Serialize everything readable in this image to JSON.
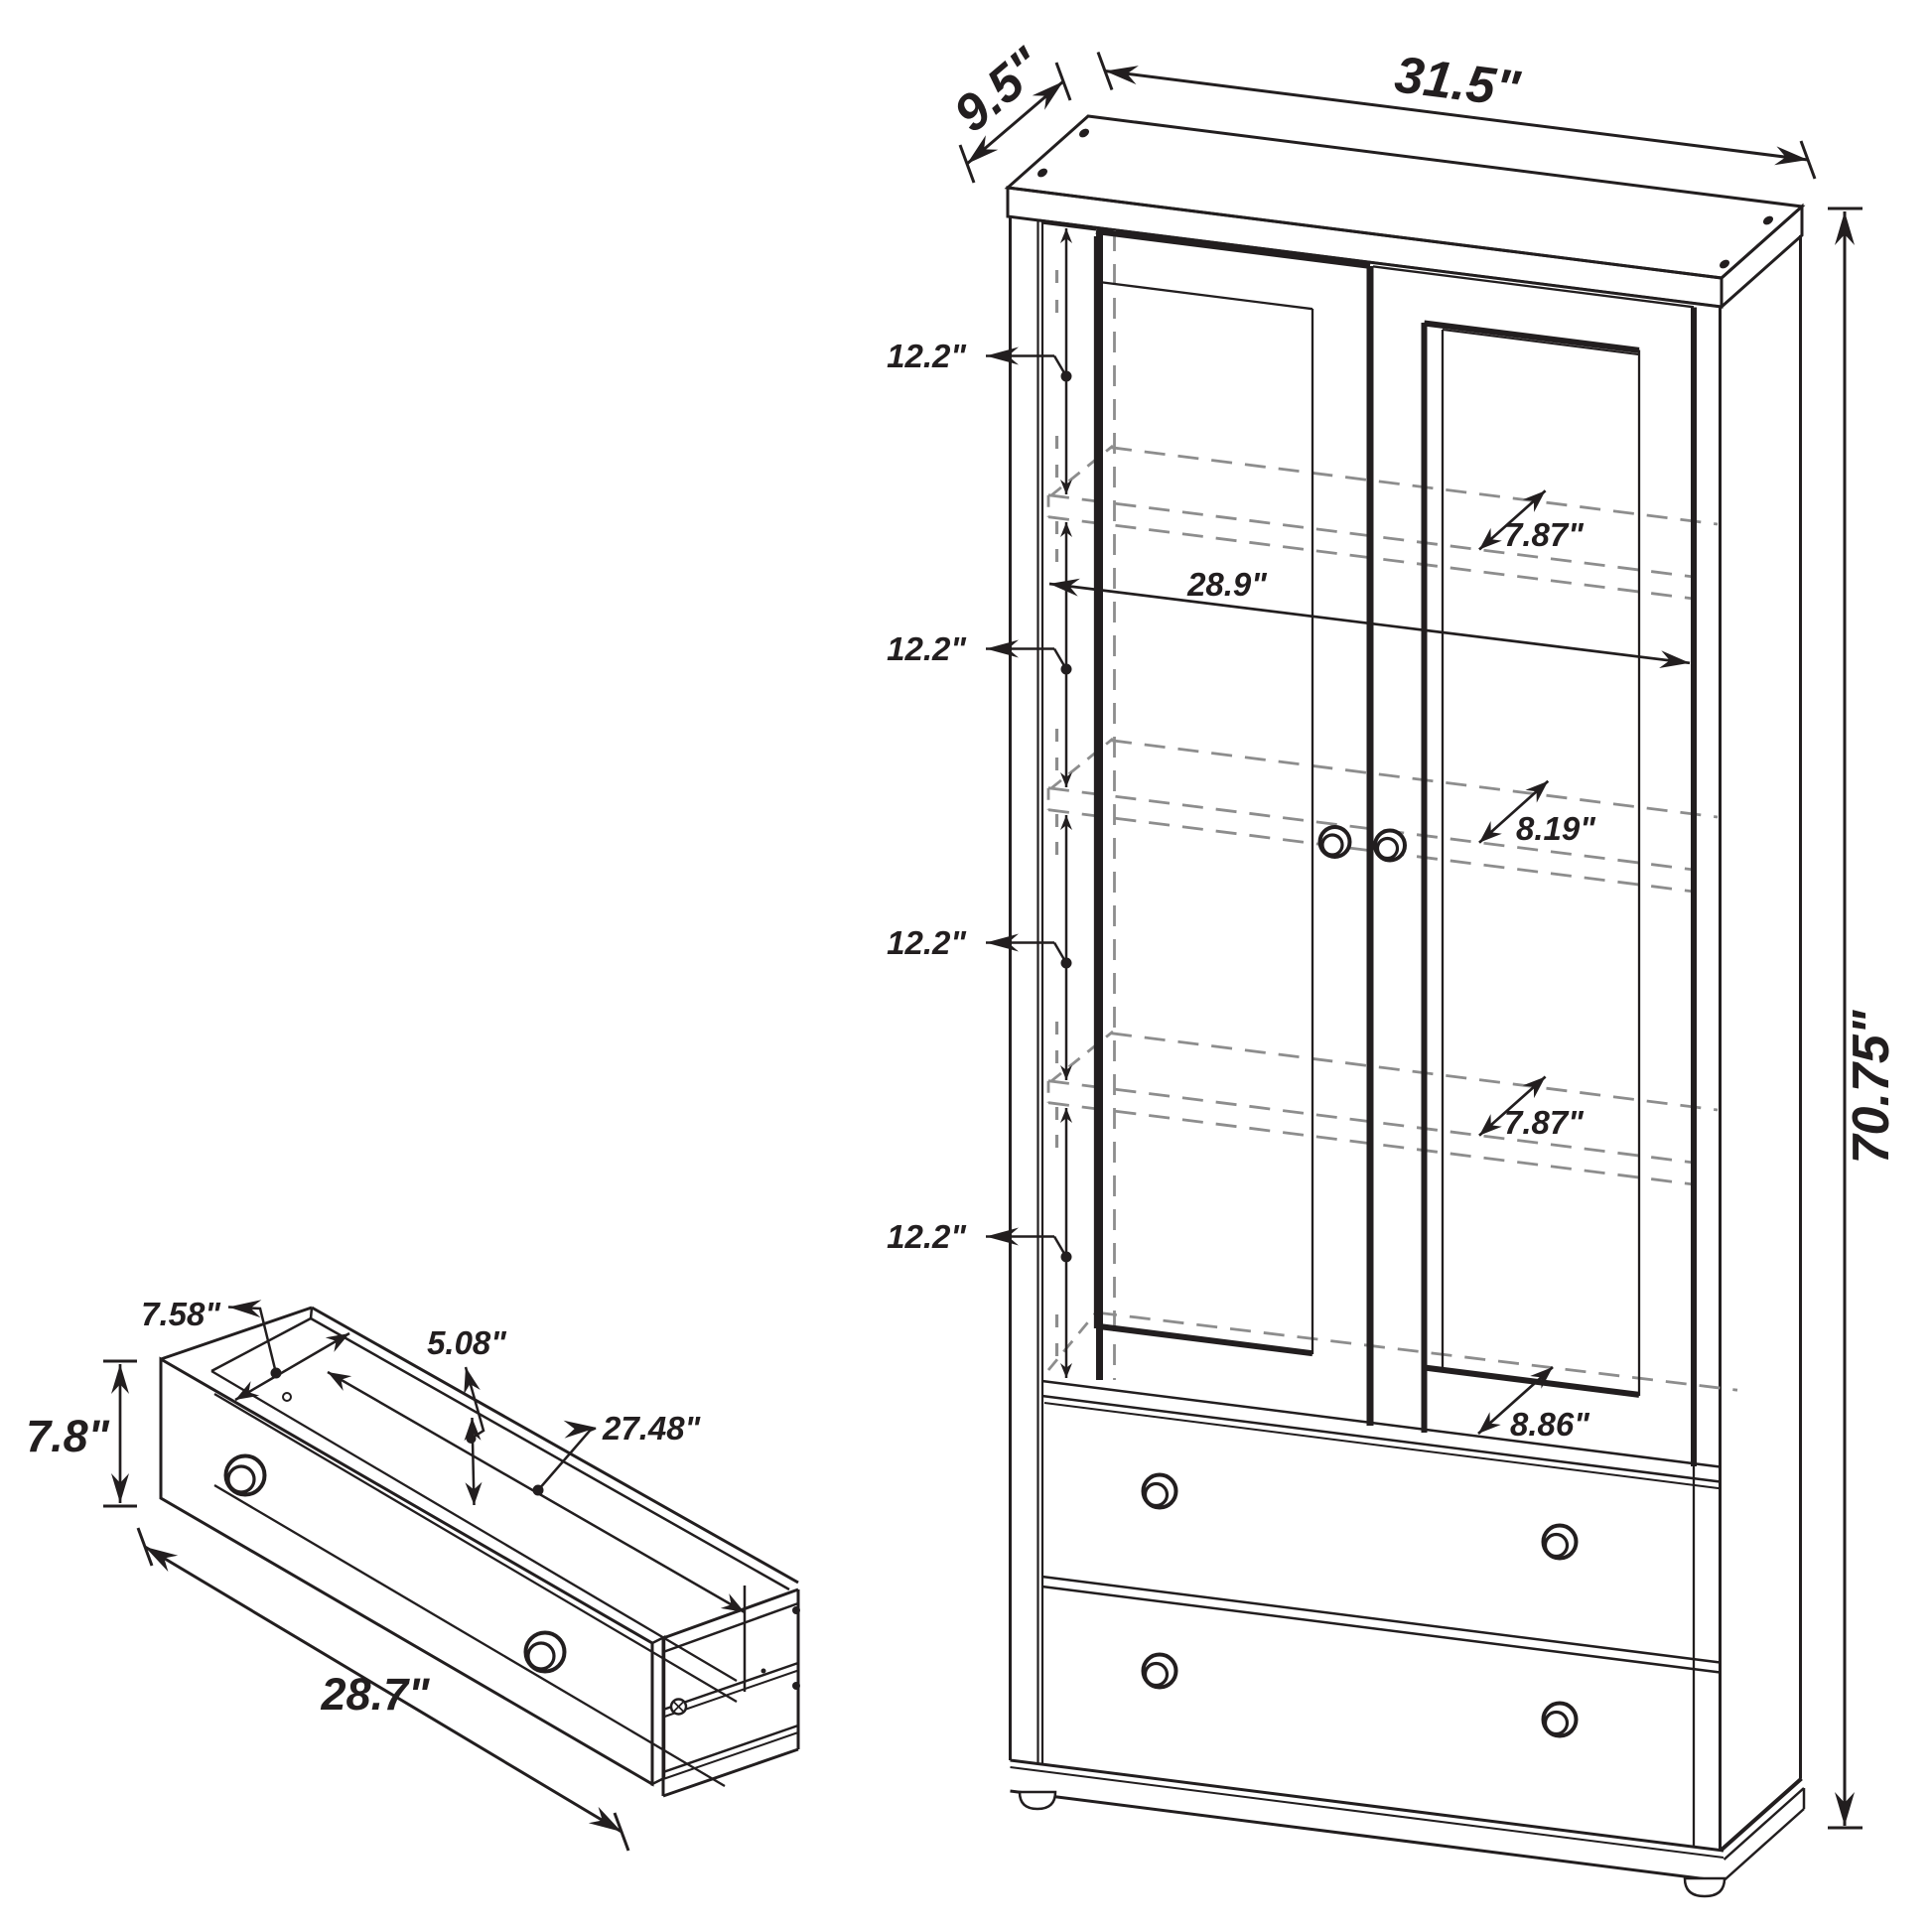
{
  "page": {
    "background": "#ffffff",
    "ink_color": "#221e1f",
    "dashed_color": "#8d8d8d"
  },
  "figure": {
    "type": "furniture-dimension-diagram",
    "subject": "Tall display cabinet with two glass doors, adjustable shelves and two bottom drawers; detached drawer detail at lower left",
    "cabinet": {
      "top_width": "31.5\"",
      "top_depth": "9.5\"",
      "height": "70.75\"",
      "interior_width": "28.9\"",
      "shelf_spacing": [
        "12.2\"",
        "12.2\"",
        "12.2\"",
        "12.2\""
      ],
      "shelf_depths": [
        "7.87\"",
        "8.19\"",
        "7.87\"",
        "8.86\""
      ]
    },
    "drawer": {
      "interior_depth": "7.58\"",
      "interior_height": "5.08\"",
      "interior_width": "27.48\"",
      "front_height": "7.8\"",
      "width": "28.7\""
    }
  }
}
